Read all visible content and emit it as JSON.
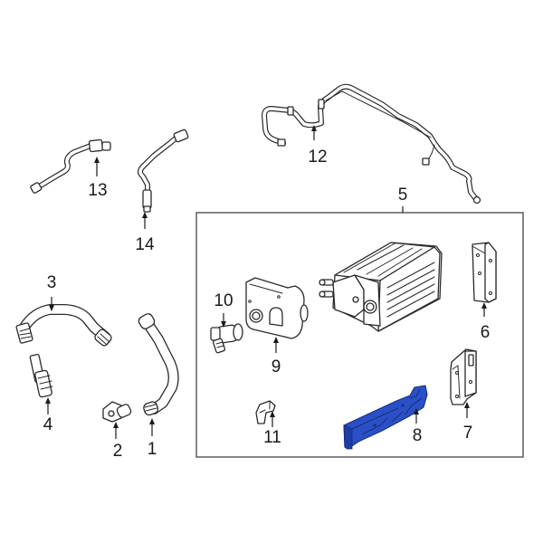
{
  "diagram": {
    "type": "exploded-parts-diagram",
    "highlight_color": "#2a50c8",
    "group_box": {
      "label": "5",
      "contains": [
        "6",
        "7",
        "8",
        "9",
        "10",
        "11"
      ]
    },
    "callouts": [
      {
        "id": "1",
        "label": "1",
        "part": "hose (curved, two-ended)"
      },
      {
        "id": "2",
        "label": "2",
        "part": "connector fitting"
      },
      {
        "id": "3",
        "label": "3",
        "part": "hose (elbow)"
      },
      {
        "id": "4",
        "label": "4",
        "part": "short hose / connector"
      },
      {
        "id": "5",
        "label": "5",
        "part": "vapor canister assembly (group)"
      },
      {
        "id": "6",
        "label": "6",
        "part": "bracket"
      },
      {
        "id": "7",
        "label": "7",
        "part": "mounting bracket"
      },
      {
        "id": "8",
        "label": "8",
        "part": "bracket (highlighted)",
        "highlighted": true
      },
      {
        "id": "9",
        "label": "9",
        "part": "filter / housing"
      },
      {
        "id": "10",
        "label": "10",
        "part": "valve / sensor"
      },
      {
        "id": "11",
        "label": "11",
        "part": "elbow connector"
      },
      {
        "id": "12",
        "label": "12",
        "part": "vapor tube assembly"
      },
      {
        "id": "13",
        "label": "13",
        "part": "vapor hose"
      },
      {
        "id": "14",
        "label": "14",
        "part": "vapor hose"
      }
    ]
  }
}
